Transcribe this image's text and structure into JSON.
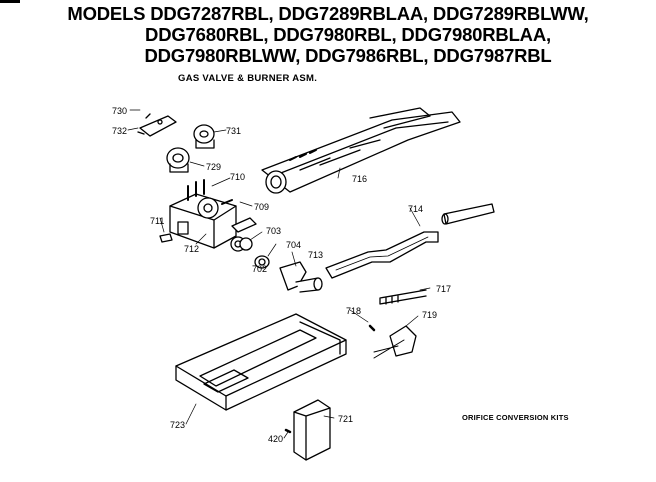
{
  "header": {
    "models_line1": "MODELS DDG7287RBL, DDG7289RBLAA, DDG7289RBLWW,",
    "models_line2": "DDG7680RBL, DDG7980RBL, DDG7980RBLAA,",
    "models_line3": "DDG7980RBLWW, DDG7986RBL, DDG7987RBL",
    "subtitle": "GAS VALVE & BURNER ASM."
  },
  "parts": {
    "p730": "730",
    "p732": "732",
    "p731": "731",
    "p729": "729",
    "p710": "710",
    "p709": "709",
    "p711": "711",
    "p712": "712",
    "p703": "703",
    "p702": "702",
    "p704": "704",
    "p713": "713",
    "p714": "714",
    "p716": "716",
    "p717": "717",
    "p718": "718",
    "p719": "719",
    "p721": "721",
    "p723": "723",
    "p420": "420"
  },
  "orifice_kits": {
    "title": "ORIFICE CONVERSION KITS"
  }
}
